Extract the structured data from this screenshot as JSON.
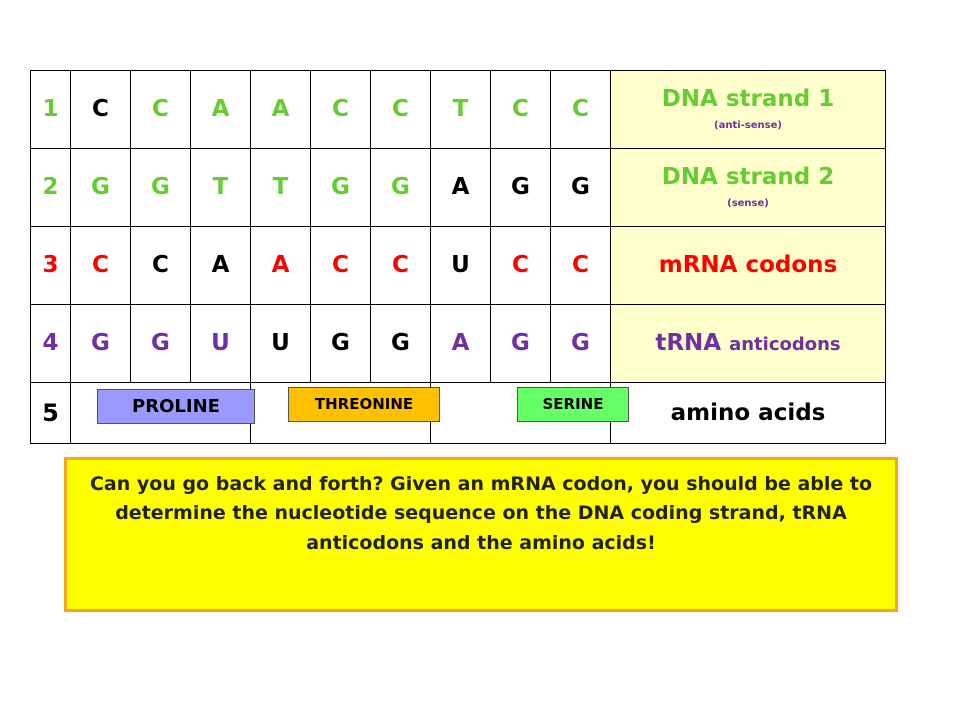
{
  "colors": {
    "green": "#66cc33",
    "red": "#ff0000",
    "purple": "#7030a0",
    "black": "#000000",
    "label_bg": "#ffffcc",
    "proline": "#9999ff",
    "threonine": "#ffc000",
    "serine": "#66ff66"
  },
  "rows": [
    {
      "num": "1",
      "num_color": "#66cc33",
      "bases": [
        "C",
        "C",
        "A",
        "A",
        "C",
        "C",
        "T",
        "C",
        "C"
      ],
      "base_colors": [
        "#000000",
        "#66cc33",
        "#66cc33",
        "#66cc33",
        "#66cc33",
        "#66cc33",
        "#66cc33",
        "#66cc33",
        "#66cc33"
      ],
      "label": "DNA strand 1",
      "sub": "(anti-sense)",
      "label_color": "#66cc33"
    },
    {
      "num": "2",
      "num_color": "#66cc33",
      "bases": [
        "G",
        "G",
        "T",
        "T",
        "G",
        "G",
        "A",
        "G",
        "G"
      ],
      "base_colors": [
        "#66cc33",
        "#66cc33",
        "#66cc33",
        "#66cc33",
        "#66cc33",
        "#66cc33",
        "#000000",
        "#000000",
        "#000000"
      ],
      "label": "DNA strand 2",
      "sub": "(sense)",
      "label_color": "#66cc33"
    },
    {
      "num": "3",
      "num_color": "#ff0000",
      "bases": [
        "C",
        "C",
        "A",
        "A",
        "C",
        "C",
        "U",
        "C",
        "C"
      ],
      "base_colors": [
        "#ff0000",
        "#000000",
        "#000000",
        "#ff0000",
        "#ff0000",
        "#ff0000",
        "#000000",
        "#ff0000",
        "#ff0000"
      ],
      "label": "mRNA codons",
      "sub": "",
      "label_color": "#ff0000"
    },
    {
      "num": "4",
      "num_color": "#7030a0",
      "bases": [
        "G",
        "G",
        "U",
        "U",
        "G",
        "G",
        "A",
        "G",
        "G"
      ],
      "base_colors": [
        "#7030a0",
        "#7030a0",
        "#7030a0",
        "#000000",
        "#000000",
        "#000000",
        "#7030a0",
        "#7030a0",
        "#7030a0"
      ],
      "label_main": "tRNA",
      "label_small": "anticodons",
      "label_color": "#7030a0"
    },
    {
      "num": "5",
      "num_color": "#000000",
      "label": "amino acids",
      "label_color": "#000000"
    }
  ],
  "amino_acids": [
    "PROLINE",
    "THREONINE",
    "SERINE"
  ],
  "note": "Can you go back and forth?  Given an mRNA codon, you should be able to determine the nucleotide sequence on the DNA coding strand, tRNA anticodons and the amino acids!"
}
